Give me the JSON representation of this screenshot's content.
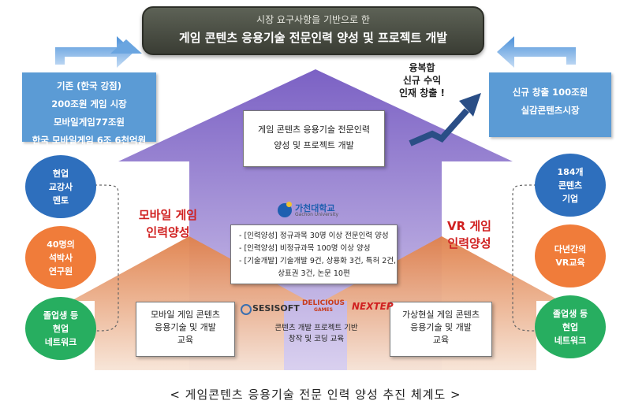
{
  "banner": {
    "subtitle": "시장 요구사항을 기반으로 한",
    "title": "게임 콘텐츠 응용기술 전문인력 양성 및 프로젝트 개발"
  },
  "left_box": [
    "기존 (한국 강점)",
    "200조원 게임 시장",
    "모바일게임77조원",
    "한국 모바일게임 6조 6천억원"
  ],
  "right_box": [
    "신규 창출 100조원",
    "실감콘텐츠시장"
  ],
  "growth_label": [
    "융복합",
    "신규 수익",
    "인재 창출 !"
  ],
  "left_circles": [
    {
      "lines": [
        "현업",
        "교강사",
        "멘토"
      ],
      "color": "#2e6fbd"
    },
    {
      "lines": [
        "40명의",
        "석박사",
        "연구원"
      ],
      "color": "#f07c3a"
    },
    {
      "lines": [
        "졸업생 등",
        "현업",
        "네트워크"
      ],
      "color": "#27ae60"
    }
  ],
  "right_circles": [
    {
      "lines": [
        "184개",
        "콘텐츠",
        "기업"
      ],
      "color": "#2e6fbd"
    },
    {
      "lines": [
        "다년간의",
        "VR교육"
      ],
      "color": "#f07c3a"
    },
    {
      "lines": [
        "졸업생 등",
        "현업",
        "네트워크"
      ],
      "color": "#27ae60"
    }
  ],
  "mobile_label": [
    "모바일 게임",
    "인력양성"
  ],
  "vr_label": [
    "VR 게임",
    "인력양성"
  ],
  "top_card": [
    "게임 콘텐츠 응용기술 전문인력",
    "양성 및 프로젝트 개발"
  ],
  "university": "가천대학교",
  "university_en": "Gachon University",
  "center_card": [
    "- [인력양성] 정규과목 30명 이상 전문인력 양성",
    "- [인력양성] 비정규과목 100명 이상 양성",
    "- [기술개발] 기술개발 9건, 상용화 3건, 특허 2건,",
    "상표권 3건, 논문 10편"
  ],
  "left_card": [
    "모바일 게임 콘텐츠",
    "응용기술 및 개발",
    "교육"
  ],
  "right_card": [
    "가상현실 게임 콘텐츠",
    "응용기술 및 개발",
    "교육"
  ],
  "logos": {
    "sesisoft": "SESISOFT",
    "delicious": "DELICIOUS",
    "delicious_sub": "GAMES",
    "nextep": "NEXTEP"
  },
  "bottom_center": [
    "콘텐츠 개발 프로젝트 기반",
    "창작 및 코딩 교육"
  ],
  "caption": "< 게임콘텐츠 응용기술 전문 인력 양성 추진 체계도 >",
  "colors": {
    "purple": "#8a72c8",
    "orange": "#e8935a",
    "blue": "#5b9bd5",
    "red": "#d02020"
  }
}
